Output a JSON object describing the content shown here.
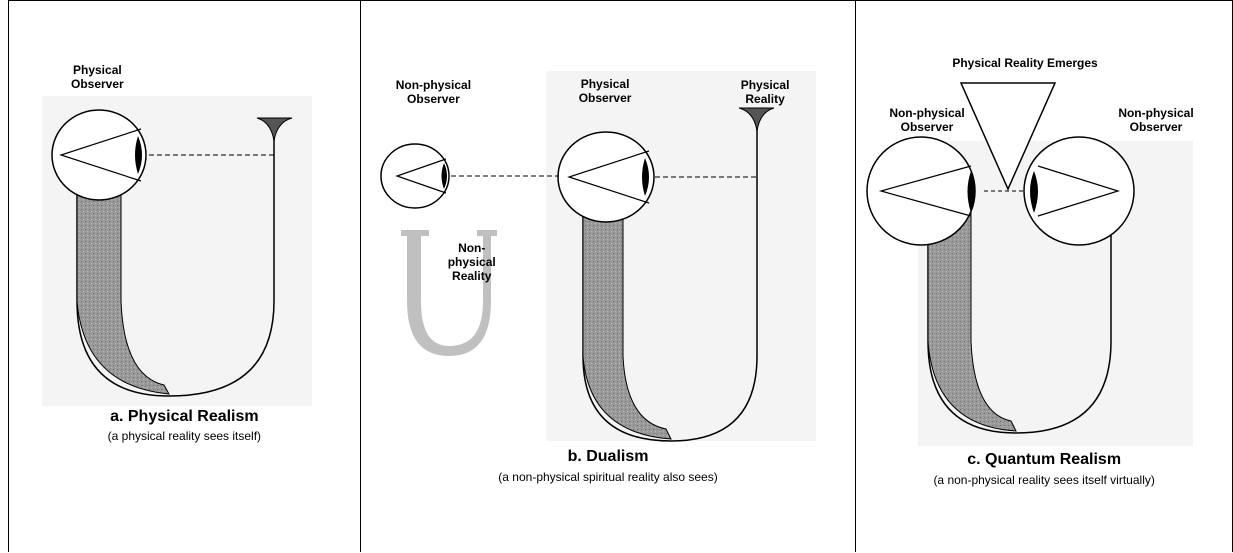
{
  "panels": [
    {
      "title": "a. Physical Realism",
      "subtitle": "(a physical reality sees itself)",
      "labels": {
        "observer_line1": "Physical",
        "observer_line2": "Observer"
      }
    },
    {
      "title": "b. Dualism",
      "subtitle": "(a non-physical spiritual reality also sees)",
      "labels": {
        "np_observer_line1": "Non-physical",
        "np_observer_line2": "Observer",
        "p_observer_line1": "Physical",
        "p_observer_line2": "Observer",
        "p_reality_line1": "Physical",
        "p_reality_line2": "Reality",
        "np_reality_line1": "Non-",
        "np_reality_line2": "physical",
        "np_reality_line3": "Reality"
      }
    },
    {
      "title": "c. Quantum Realism",
      "subtitle": "(a non-physical reality sees itself virtually)",
      "labels": {
        "emerges": "Physical Reality Emerges",
        "left_observer_line1": "Non-physical",
        "left_observer_line2": "Observer",
        "right_observer_line1": "Non-physical",
        "right_observer_line2": "Observer"
      }
    }
  ],
  "colors": {
    "tube": "#8f8f8f",
    "gray_u": "#c0c0c0",
    "page_texture": "#f3f3f3"
  }
}
